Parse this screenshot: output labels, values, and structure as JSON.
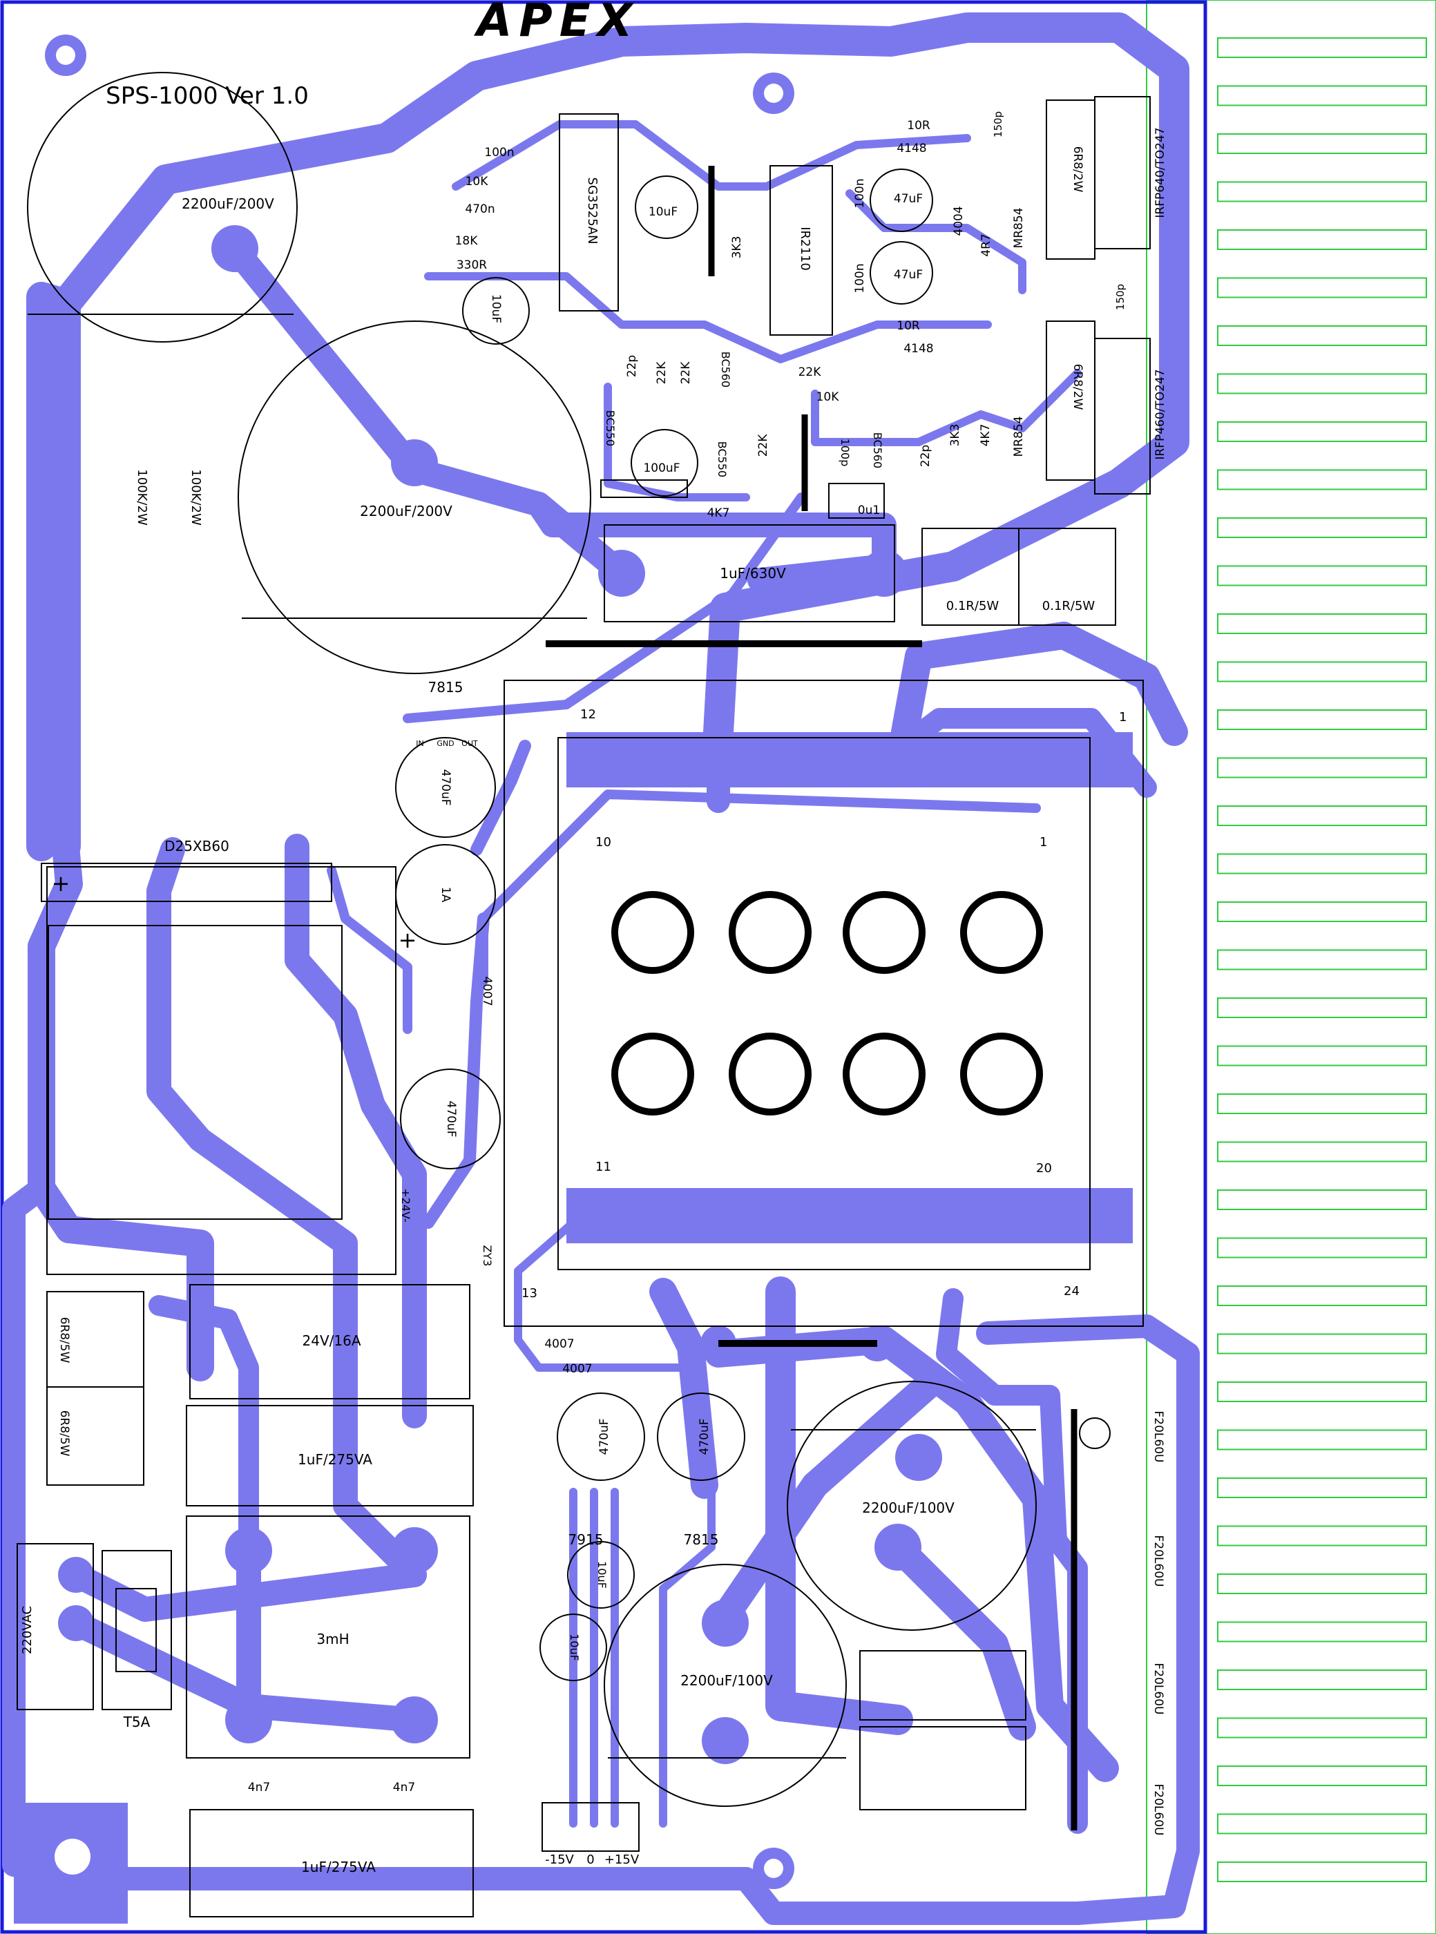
{
  "brand": {
    "logo_text": "APEX"
  },
  "board": {
    "title": "SPS-1000 Ver 1.0",
    "colors": {
      "copper": "#7b78ee",
      "silkscreen": "#000000",
      "edge": "#1a1adb",
      "heatsink": "#2ecc40",
      "background": "#ffffff"
    }
  },
  "caps": {
    "c_big1": "2200uF/200V",
    "c_big2": "2200uF/200V",
    "c_out1": "2200uF/100V",
    "c_out2": "2200uF/100V",
    "c_film1": "1uF/630V",
    "c_x1": "1uF/275VA",
    "c_x2": "1uF/275VA",
    "c_10u_a": "10uF",
    "c_10u_b": "10uF",
    "c_10u_c": "10uF",
    "c_10u_d": "10uF",
    "c_47u_a": "47uF",
    "c_47u_b": "47uF",
    "c_100u_a": "100uF",
    "c_470u_a": "470uF",
    "c_470u_b": "470uF",
    "c_470u_c": "470uF",
    "c_470u_d": "470uF",
    "c_100n_a": "100n",
    "c_100n_b": "100n",
    "c_100n_c": "100n",
    "c_470n": "470n",
    "c_22p_a": "22p",
    "c_22p_b": "22p",
    "c_100p": "100p",
    "c_0u1": "0u1",
    "c_150p_a": "150p",
    "c_150p_b": "150p",
    "c_4n7_a": "4n7",
    "c_4n7_b": "4n7"
  },
  "resistors": {
    "r_10k_a": "10K",
    "r_10k_b": "10K",
    "r_18k": "18K",
    "r_330r": "330R",
    "r_3k3_a": "3K3",
    "r_3k3_b": "3K3",
    "r_22k_a": "22K",
    "r_22k_b": "22K",
    "r_22k_c": "22K",
    "r_22k_d": "22K",
    "r_4k7_a": "4K7",
    "r_4k7_b": "4K7",
    "r_4r7": "4R7",
    "r_10r_a": "10R",
    "r_10r_b": "10R",
    "r_6r8_2w_a": "6R8/2W",
    "r_6r8_2w_b": "6R8/2W",
    "r_6r8_5w_a": "6R8/5W",
    "r_6r8_5w_b": "6R8/5W",
    "r_100k_a": "100K/2W",
    "r_100k_b": "100K/2W",
    "r_01_a": "0.1R/5W",
    "r_01_b": "0.1R/5W"
  },
  "semis": {
    "ic_sg": "SG3525AN",
    "ic_ir": "IR2110",
    "q_bc560": "BC560",
    "q_bc550_a": "BC550",
    "q_bc550_b": "BC550",
    "q_bc560_b": "BC560",
    "d_4148_a": "4148",
    "d_4148_b": "4148",
    "d_4004": "4004",
    "d_mr854_a": "MR854",
    "d_mr854_b": "MR854",
    "d_4007_a": "4007",
    "d_4007_b": "4007",
    "d_4007_c": "4007",
    "d_zy": "ZY3",
    "mos_top": "IRFP640/TO247",
    "mos_bot": "IRFP460/TO247",
    "bridge": "D25XB60",
    "reg_7815_a": "7815",
    "reg_7815_b": "7815",
    "reg_7915": "7915",
    "reg_pin_in": "IN",
    "reg_pin_gnd": "GND",
    "reg_pin_out": "OUT",
    "f_a": "F20L60U",
    "f_b": "F20L60U",
    "f_c": "F20L60U",
    "f_d": "F20L60U"
  },
  "misc": {
    "fuse_1a": "1A",
    "fuse_t5a": "T5A",
    "choke": "3mH",
    "relay": "24V/16A",
    "ac_in": "220VAC",
    "plus_a": "+",
    "plus_b": "+",
    "v24": "+24V-",
    "out_neg": "-15V",
    "out_zero": "0",
    "out_pos": "+15V"
  },
  "transformer_pins": {
    "p1_top": "1",
    "p12": "12",
    "p10": "10",
    "p1_bot": "1",
    "p11": "11",
    "p20": "20",
    "p13": "13",
    "p24": "24"
  }
}
